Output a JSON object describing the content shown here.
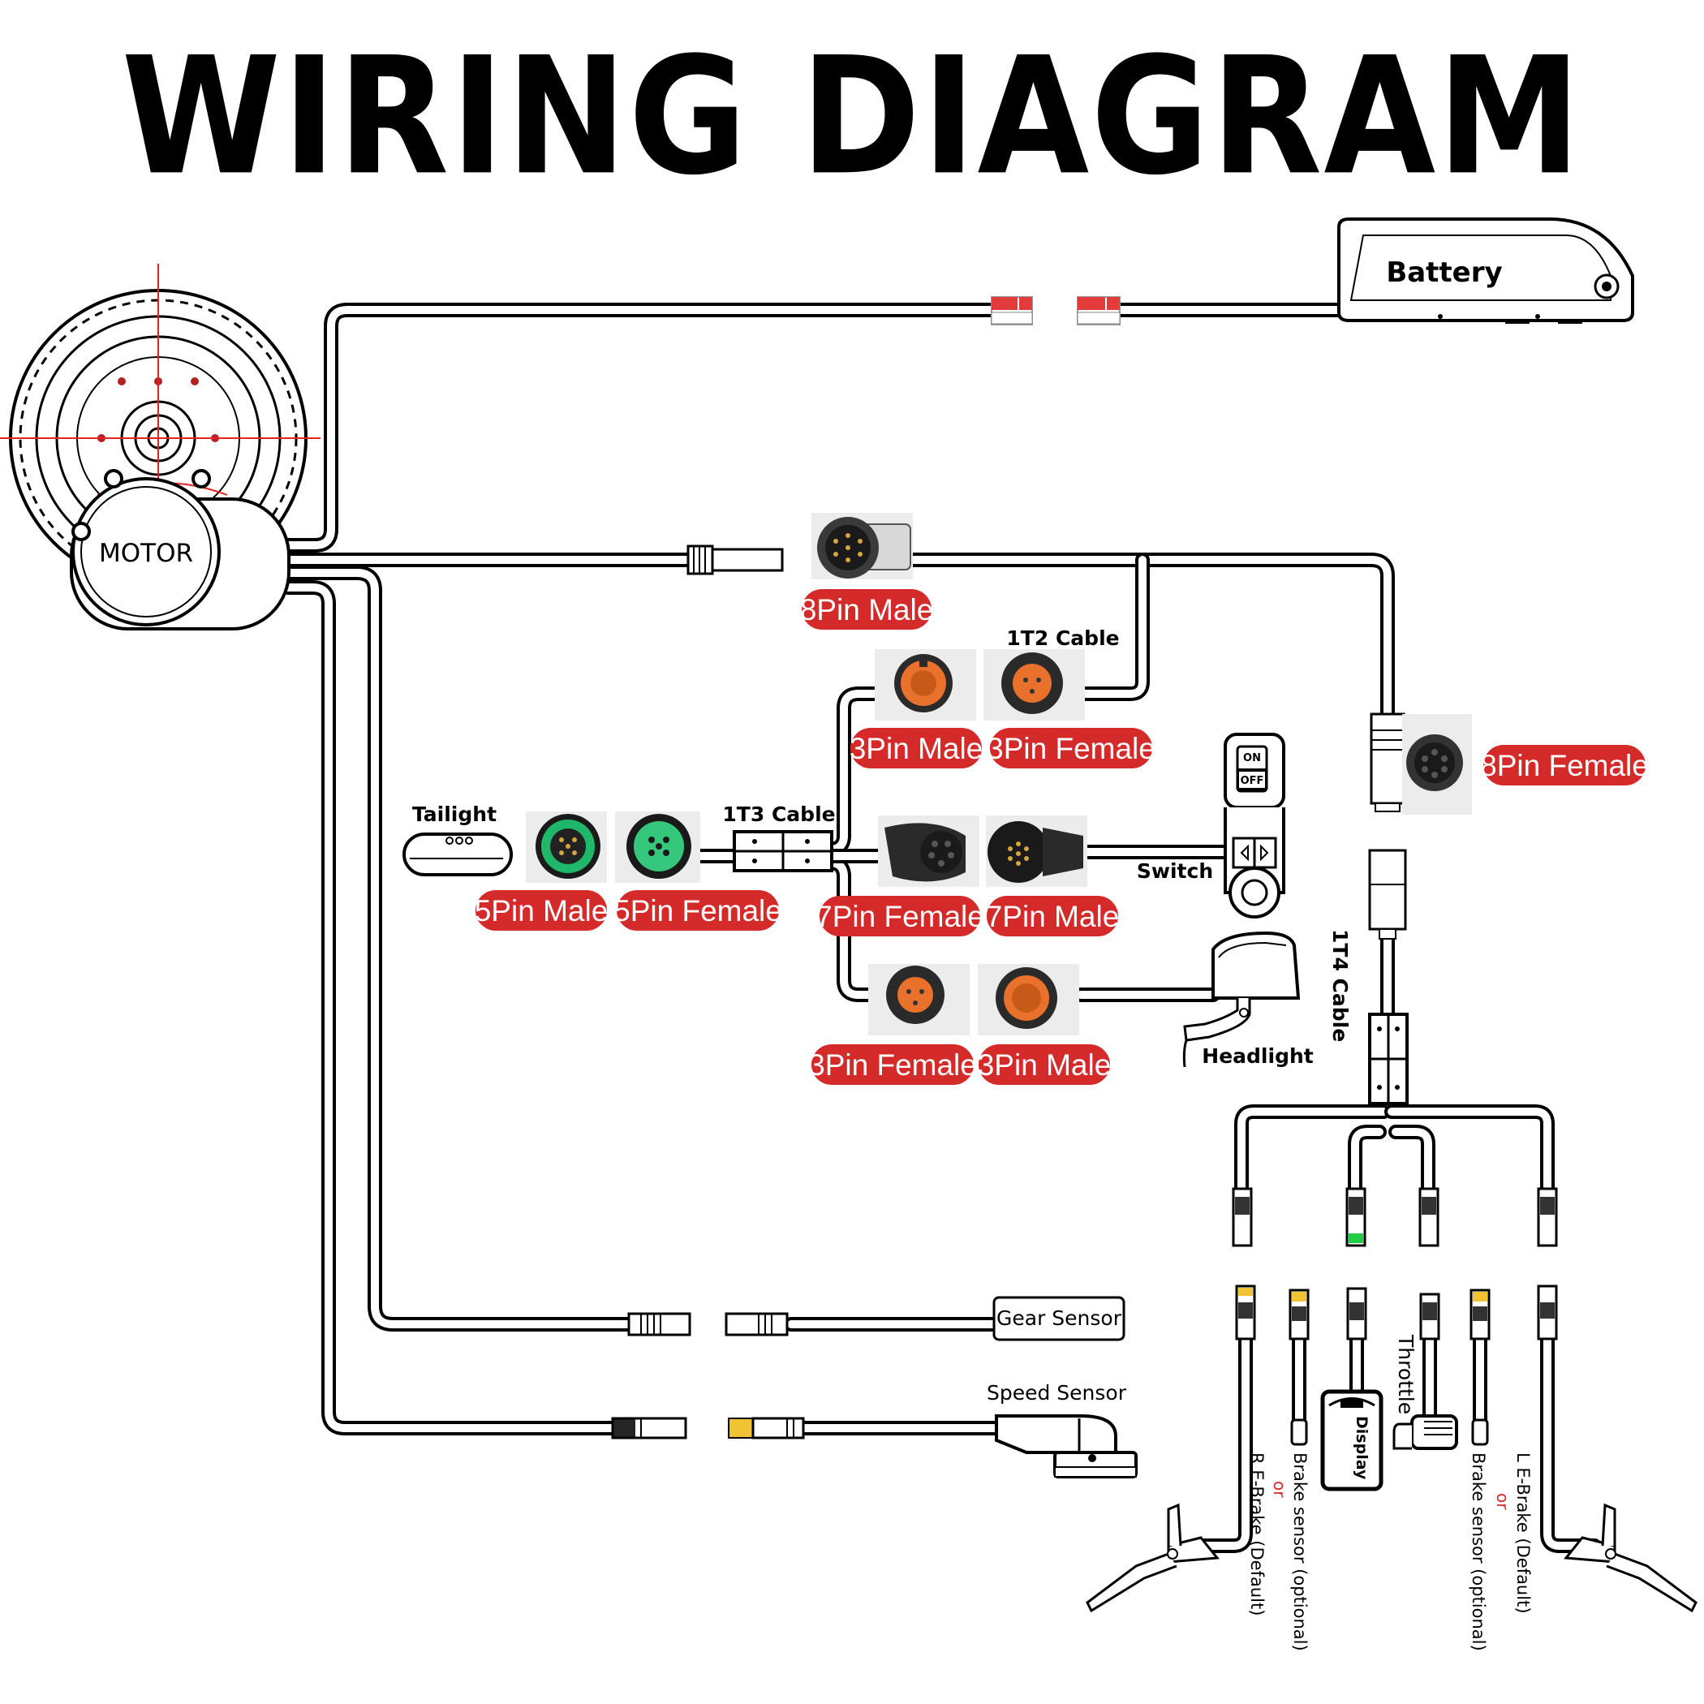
{
  "title": "WIRING DIAGRAM",
  "components": {
    "battery": "Battery",
    "motor": "MOTOR",
    "tailight": "Tailight",
    "switch": "Switch",
    "switch_on": "ON",
    "switch_off": "OFF",
    "headlight": "Headlight",
    "gear_sensor": "Gear Sensor",
    "speed_sensor": "Speed Sensor",
    "throttle": "Throttle",
    "display": "Display",
    "r_ebrake": "R E-Brake  (Default)",
    "l_ebrake": "L E-Brake  (Default)",
    "brake_sensor_r": "Brake sensor (optional)",
    "brake_sensor_l": "Brake sensor (optional)",
    "or": "or"
  },
  "cables": {
    "t2": "1T2 Cable",
    "t3": "1T3 Cable",
    "t4": "1T4 Cable"
  },
  "connectors": {
    "pin8_male": "8Pin Male",
    "pin8_female": "8Pin Female",
    "pin3_male_top": "3Pin Male",
    "pin3_female_top": "3Pin Female",
    "pin5_male": "5Pin Male",
    "pin5_female": "5Pin Female",
    "pin7_female": "7Pin Female",
    "pin7_male": "7Pin Male",
    "pin3_female_bottom": "3Pin Female",
    "pin3_male_bottom": "3Pin Male"
  },
  "colors": {
    "label_red": "#d42a2a",
    "connector_orange": "#e8722c",
    "connector_green": "#1fb86a",
    "connector_yellow": "#f1c232",
    "power_red": "#e23b3b"
  }
}
